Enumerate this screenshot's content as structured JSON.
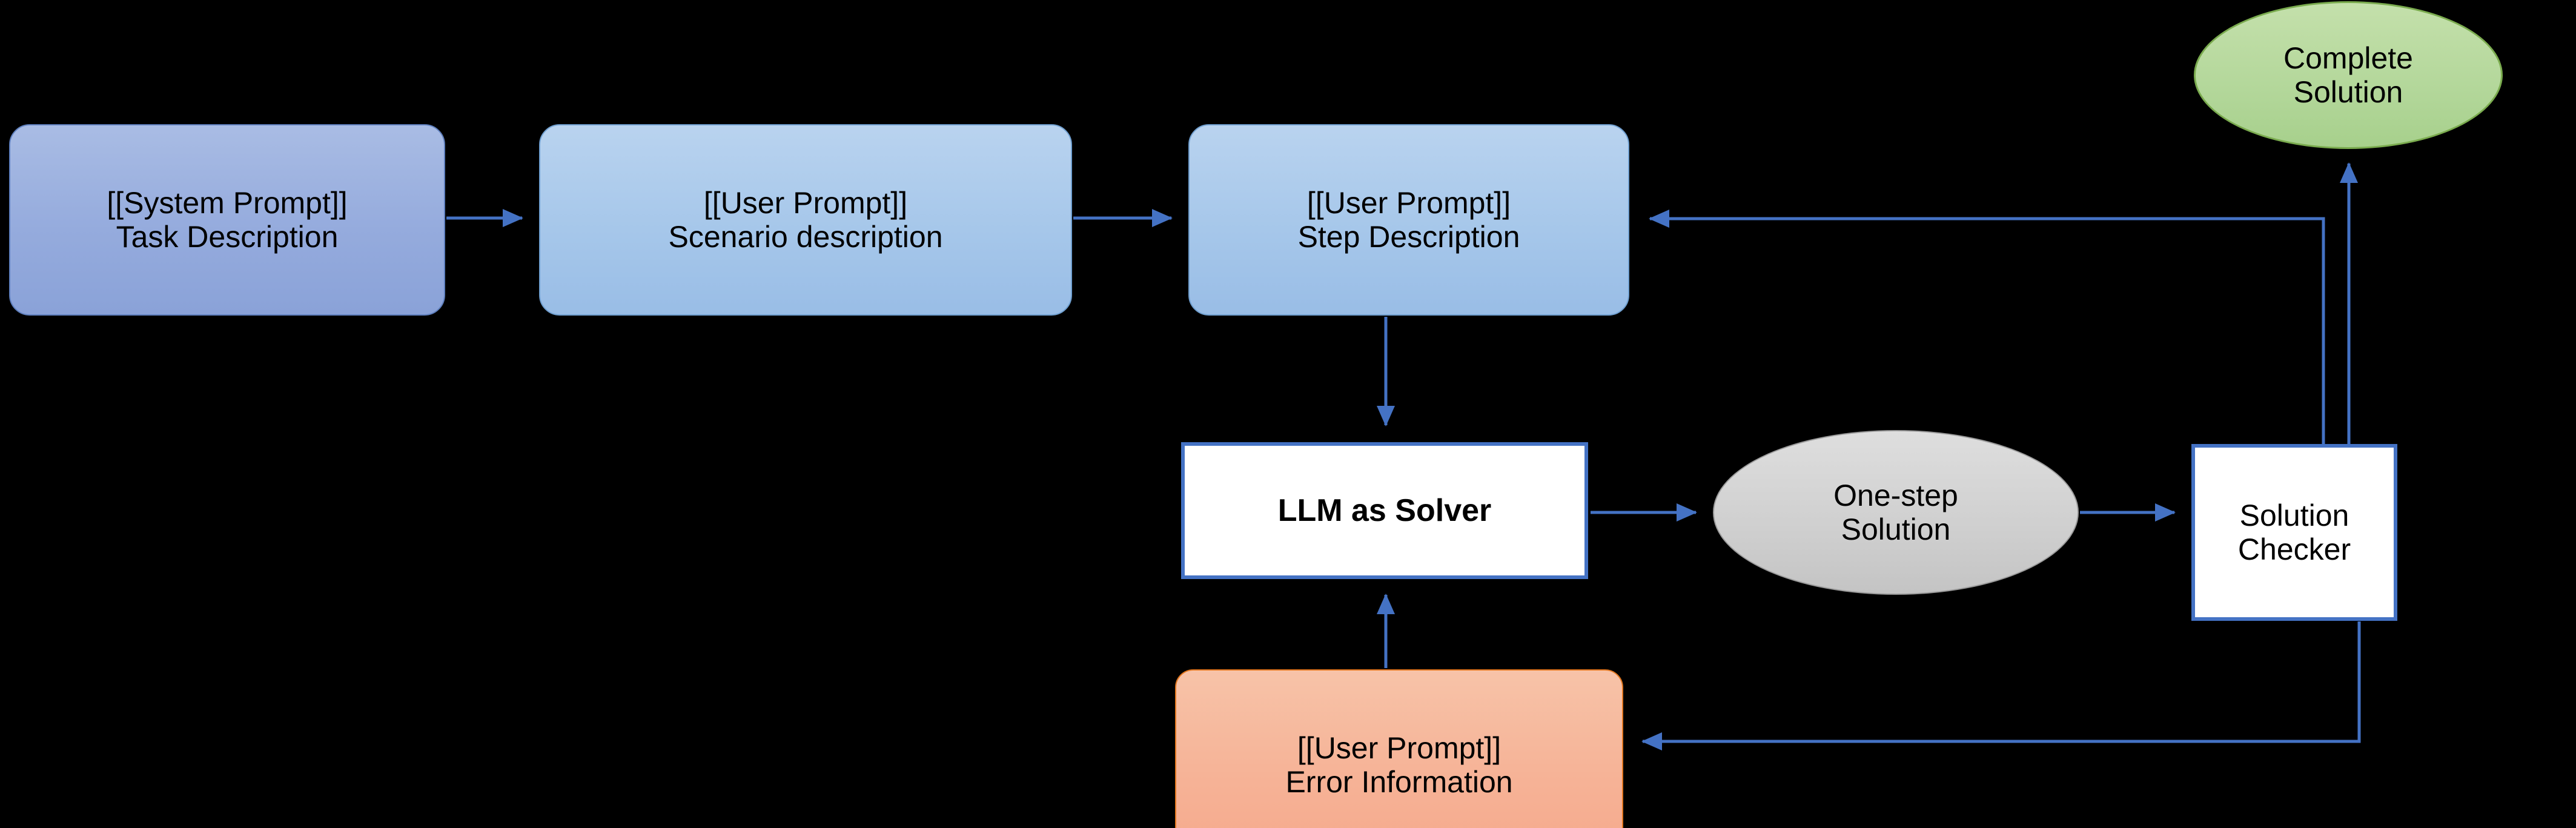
{
  "diagram": {
    "title": "LLM Solver Iterative Pipeline Flowchart",
    "background_color": "#000000",
    "accent_color": "#4472c4",
    "nodes": [
      {
        "id": "system_prompt",
        "kind": "rounded-rect",
        "line1": "[[System Prompt]]",
        "line2": "Task Description",
        "fill": "#95abdd",
        "border": "#5e7fbe"
      },
      {
        "id": "scenario_prompt",
        "kind": "rounded-rect",
        "line1": "[[User Prompt]]",
        "line2": "Scenario description",
        "fill": "#a6c7ea",
        "border": "#6f9fd0"
      },
      {
        "id": "step_prompt",
        "kind": "rounded-rect",
        "line1": "[[User Prompt]]",
        "line2": "Step Description",
        "fill": "#a6c7ea",
        "border": "#6f9fd0"
      },
      {
        "id": "llm_solver",
        "kind": "rect",
        "line1": "LLM as Solver",
        "line2": "",
        "fill": "#ffffff",
        "border": "#4472c4"
      },
      {
        "id": "one_step_solution",
        "kind": "ellipse",
        "line1": "One-step",
        "line2": "Solution",
        "fill": "#cfcfcf",
        "border": "#9a9a9a"
      },
      {
        "id": "solution_checker",
        "kind": "rect",
        "line1": "Solution",
        "line2": "Checker",
        "fill": "#ffffff",
        "border": "#4472c4"
      },
      {
        "id": "complete_solution",
        "kind": "ellipse",
        "line1": "Complete",
        "line2": "Solution",
        "fill": "#b3d79a",
        "border": "#7aab4e"
      },
      {
        "id": "error_information",
        "kind": "rounded-rect",
        "line1": "[[User Prompt]]",
        "line2": "Error Information",
        "fill": "#f6b397",
        "border": "#e2761e"
      }
    ],
    "edges": [
      {
        "id": "e1",
        "from": "system_prompt",
        "to": "scenario_prompt",
        "label": ""
      },
      {
        "id": "e2",
        "from": "scenario_prompt",
        "to": "step_prompt",
        "label": ""
      },
      {
        "id": "e3",
        "from": "step_prompt",
        "to": "llm_solver",
        "label": ""
      },
      {
        "id": "e4",
        "from": "llm_solver",
        "to": "one_step_solution",
        "label": ""
      },
      {
        "id": "e5",
        "from": "one_step_solution",
        "to": "solution_checker",
        "label": ""
      },
      {
        "id": "e6",
        "from": "solution_checker",
        "to": "complete_solution",
        "label": ""
      },
      {
        "id": "e7",
        "from": "solution_checker",
        "to": "step_prompt",
        "label": ""
      },
      {
        "id": "e8",
        "from": "solution_checker",
        "to": "error_information",
        "label": ""
      },
      {
        "id": "e9",
        "from": "error_information",
        "to": "llm_solver",
        "label": ""
      }
    ]
  }
}
